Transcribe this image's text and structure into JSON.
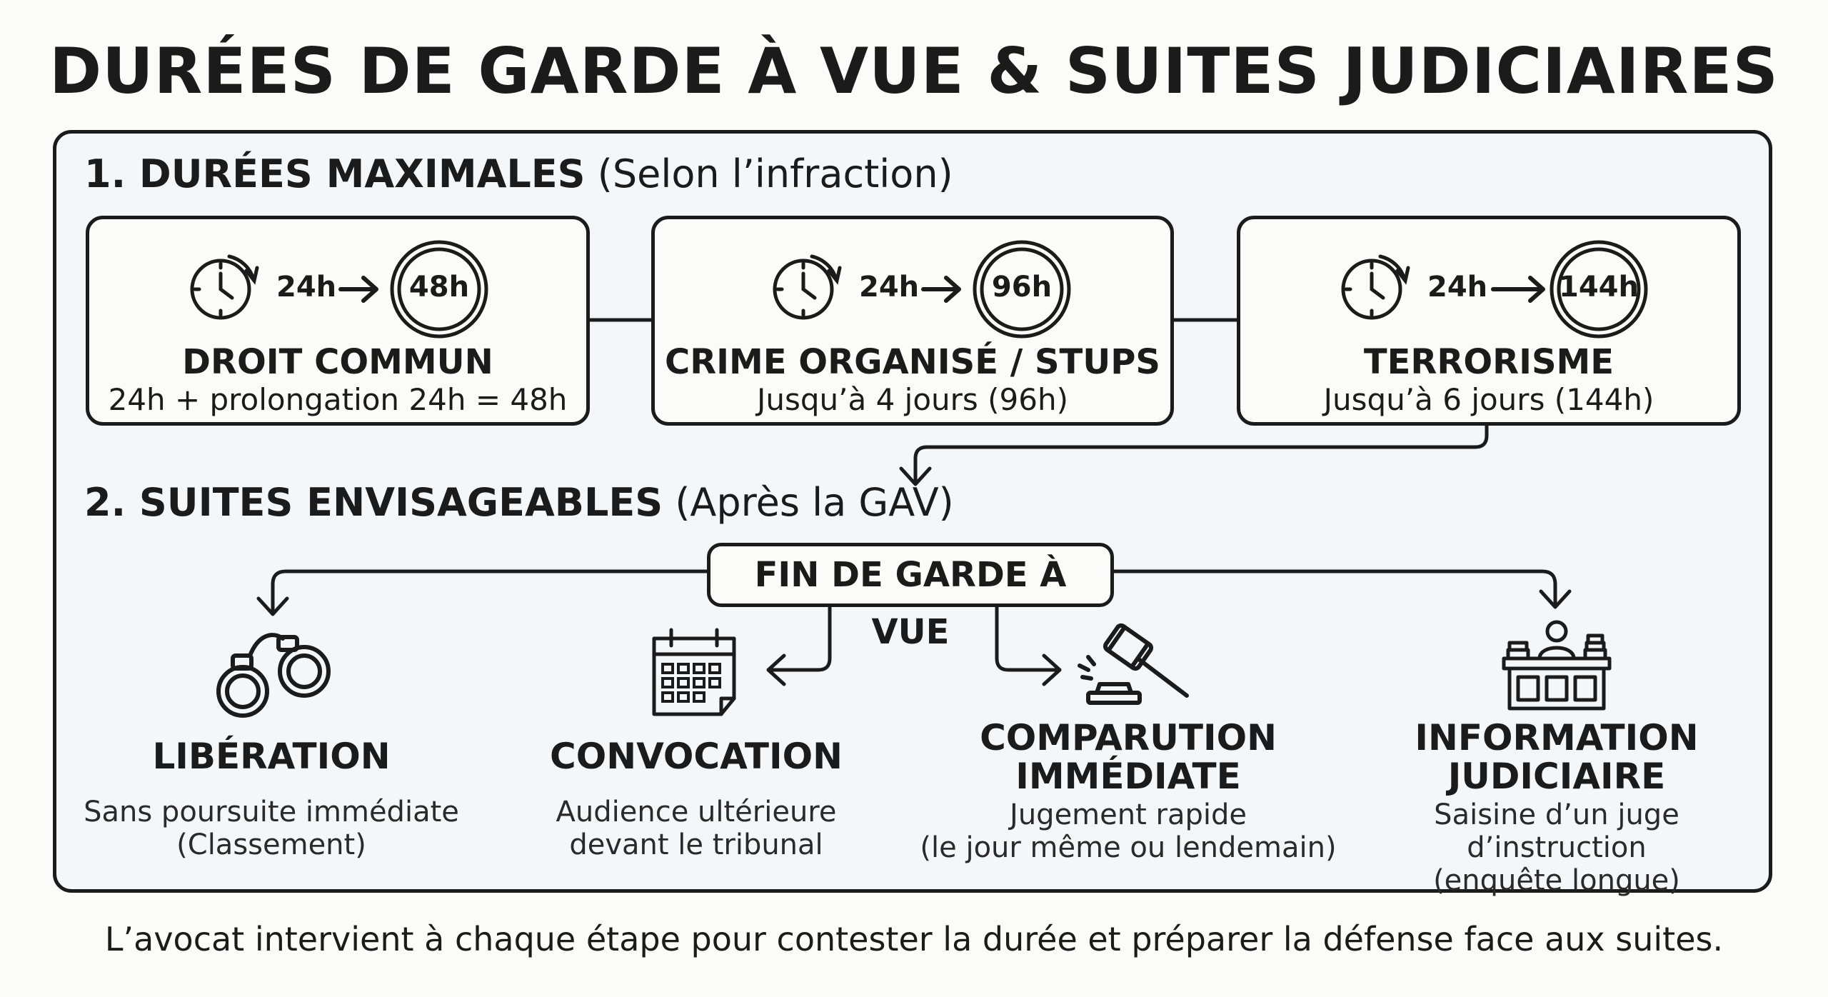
{
  "title": "DURÉES DE GARDE À VUE & SUITES JUDICIAIRES",
  "section1": {
    "number_label": "1. DURÉES MAXIMALES",
    "paren": "(Selon l’infraction)"
  },
  "durations": [
    {
      "from": "24h",
      "to": "48h",
      "title": "DROIT COMMUN",
      "subtitle": "24h + prolongation 24h = 48h"
    },
    {
      "from": "24h",
      "to": "96h",
      "title": "CRIME ORGANISÉ / STUPS",
      "subtitle": "Jusqu’à 4 jours (96h)"
    },
    {
      "from": "24h",
      "to": "144h",
      "title": "TERRORISME",
      "subtitle": "Jusqu’à 6 jours (144h)"
    }
  ],
  "section2": {
    "number_label": "2. SUITES ENVISAGEABLES",
    "paren": "(Après la GAV)"
  },
  "center_label": "FIN DE GARDE À VUE",
  "outcomes": [
    {
      "icon": "handcuffs-icon",
      "title": "LIBÉRATION",
      "desc1": "Sans poursuite immédiate",
      "desc2": "(Classement)"
    },
    {
      "icon": "calendar-icon",
      "title": "CONVOCATION",
      "desc1": "Audience ultérieure",
      "desc2": "devant le tribunal"
    },
    {
      "icon": "gavel-icon",
      "title1": "COMPARUTION",
      "title2": "IMMÉDIATE",
      "desc1": "Jugement rapide",
      "desc2": "(le jour même ou lendemain)"
    },
    {
      "icon": "judge-desk-icon",
      "title1": "INFORMATION",
      "title2": "JUDICIAIRE",
      "desc1": "Saisine d’un juge d’instruction",
      "desc2": "(enquête longue)"
    }
  ],
  "footer": "L’avocat intervient à chaque étape pour contester la durée et préparer la défense face aux suites."
}
